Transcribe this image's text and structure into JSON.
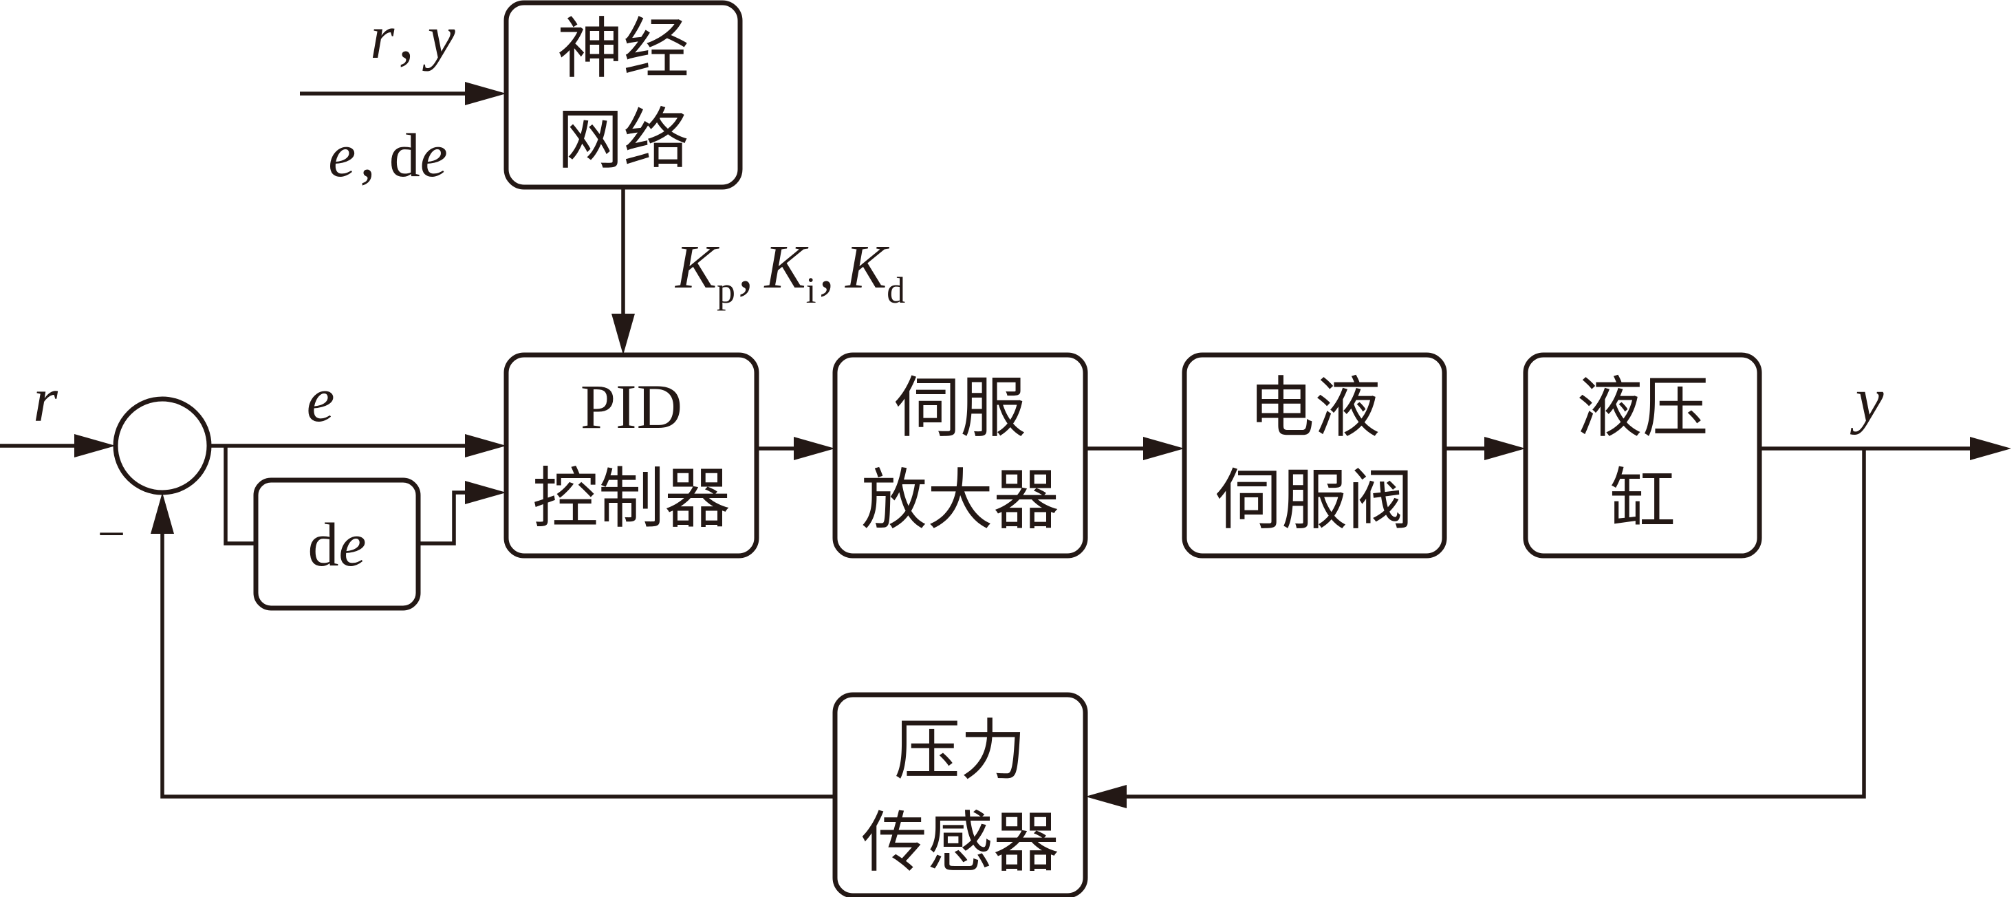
{
  "colors": {
    "stroke": "#231815",
    "background": "#ffffff"
  },
  "blocks": {
    "neural_network": {
      "line1": "神经",
      "line2": "网络"
    },
    "pid": {
      "line1": "PID",
      "line2": "控制器"
    },
    "servo_amp": {
      "line1": "伺服",
      "line2": "放大器"
    },
    "ehs_valve": {
      "line1": "电液",
      "line2": "伺服阀"
    },
    "cylinder": {
      "line1": "液压",
      "line2": "缸"
    },
    "sensor": {
      "line1": "压力",
      "line2": "传感器"
    },
    "derivative": {
      "prefix": "d",
      "var": "e"
    }
  },
  "signals": {
    "r": "r",
    "y": "y",
    "e": "e",
    "minus": "−",
    "comma": ",",
    "nn_input_top": {
      "r": "r",
      "sep": ",",
      "y": "y"
    },
    "nn_input_bottom": {
      "e": "e",
      "sep": ",",
      "d": "d",
      "e2": "e"
    },
    "gains": {
      "K": "K",
      "p": "p",
      "i": "i",
      "d": "d",
      "sep": ","
    }
  }
}
